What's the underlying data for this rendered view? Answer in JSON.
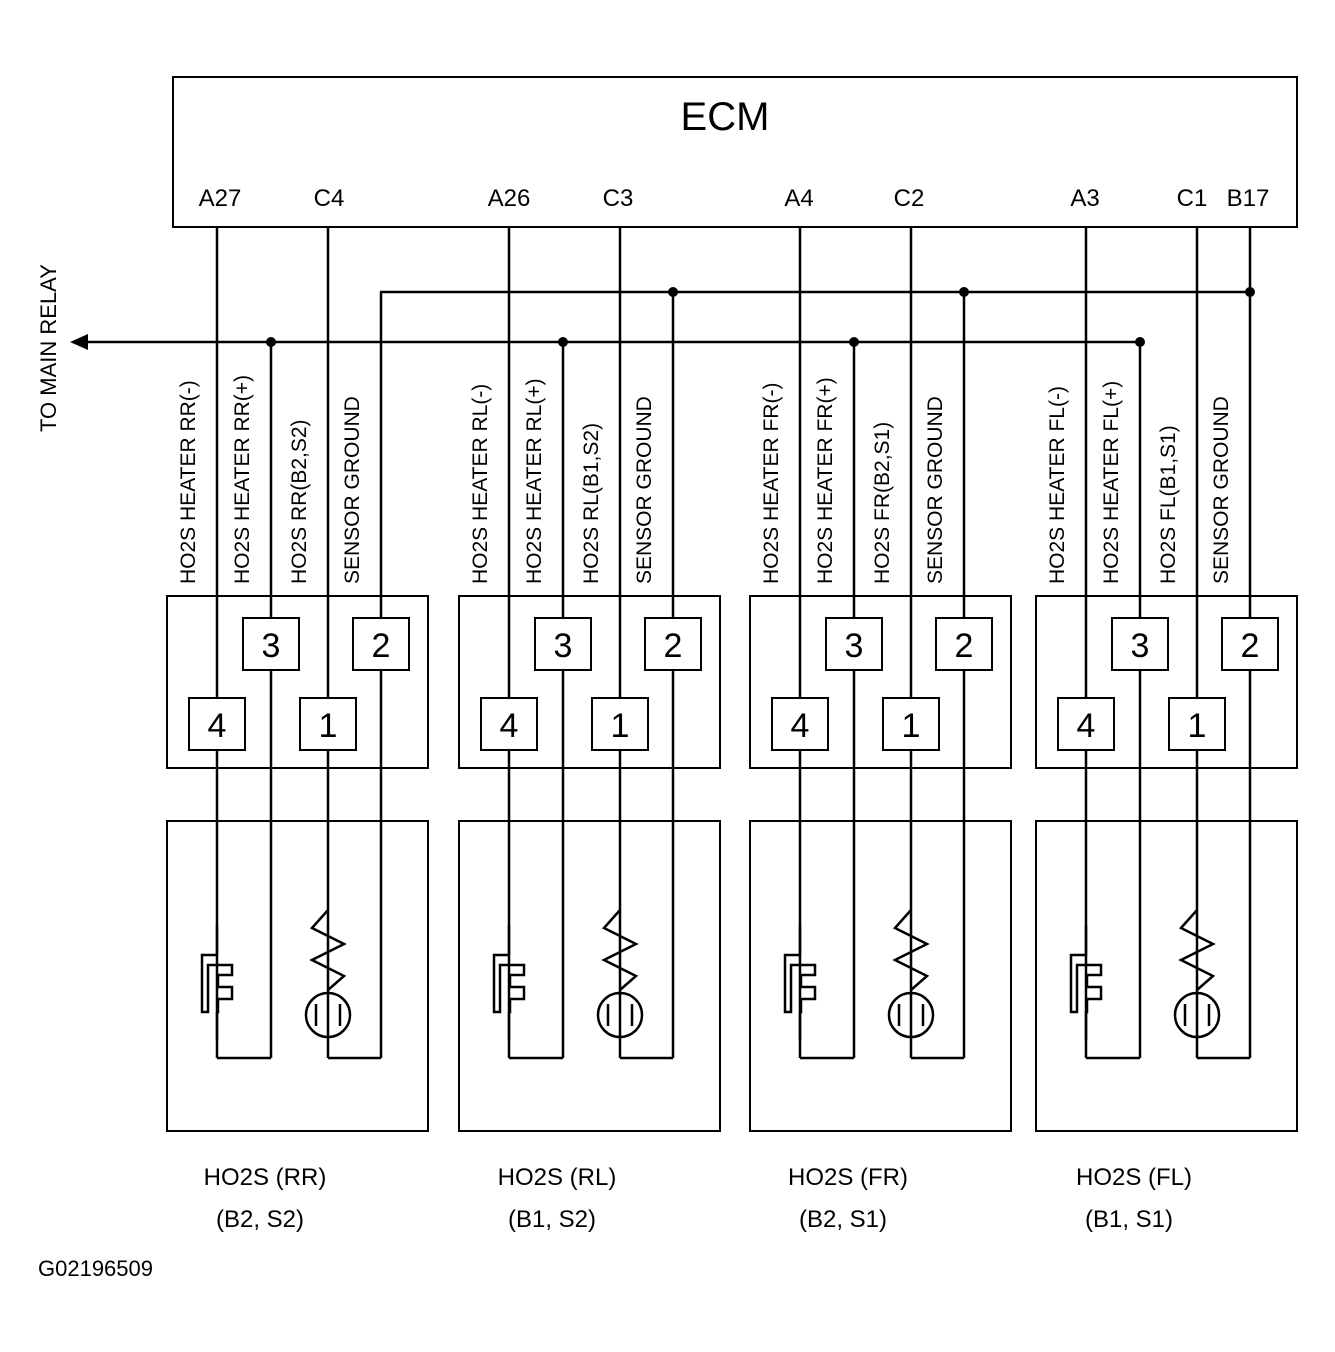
{
  "ecm_label": "ECM",
  "relay_label": "TO MAIN RELAY",
  "figure_id": "G02196509",
  "ecm_terminals": [
    "A27",
    "C4",
    "A26",
    "C3",
    "A4",
    "C2",
    "A3",
    "C1",
    "B17"
  ],
  "sensors": [
    {
      "name": "HO2S (RR)",
      "position": "(B2, S2)",
      "signals": [
        "HO2S HEATER RR(-)",
        "HO2S HEATER RR(+)",
        "HO2S RR(B2,S2)",
        "SENSOR GROUND"
      ],
      "pins": [
        "4",
        "3",
        "1",
        "2"
      ]
    },
    {
      "name": "HO2S (RL)",
      "position": "(B1, S2)",
      "signals": [
        "HO2S HEATER RL(-)",
        "HO2S HEATER RL(+)",
        "HO2S RL(B1,S2)",
        "SENSOR GROUND"
      ],
      "pins": [
        "4",
        "3",
        "1",
        "2"
      ]
    },
    {
      "name": "HO2S (FR)",
      "position": "(B2, S1)",
      "signals": [
        "HO2S HEATER FR(-)",
        "HO2S HEATER FR(+)",
        "HO2S FR(B2,S1)",
        "SENSOR GROUND"
      ],
      "pins": [
        "4",
        "3",
        "1",
        "2"
      ]
    },
    {
      "name": "HO2S (FL)",
      "position": "(B1, S1)",
      "signals": [
        "HO2S HEATER FL(-)",
        "HO2S HEATER FL(+)",
        "HO2S FL(B1,S1)",
        "SENSOR GROUND"
      ],
      "pins": [
        "4",
        "3",
        "1",
        "2"
      ]
    }
  ]
}
